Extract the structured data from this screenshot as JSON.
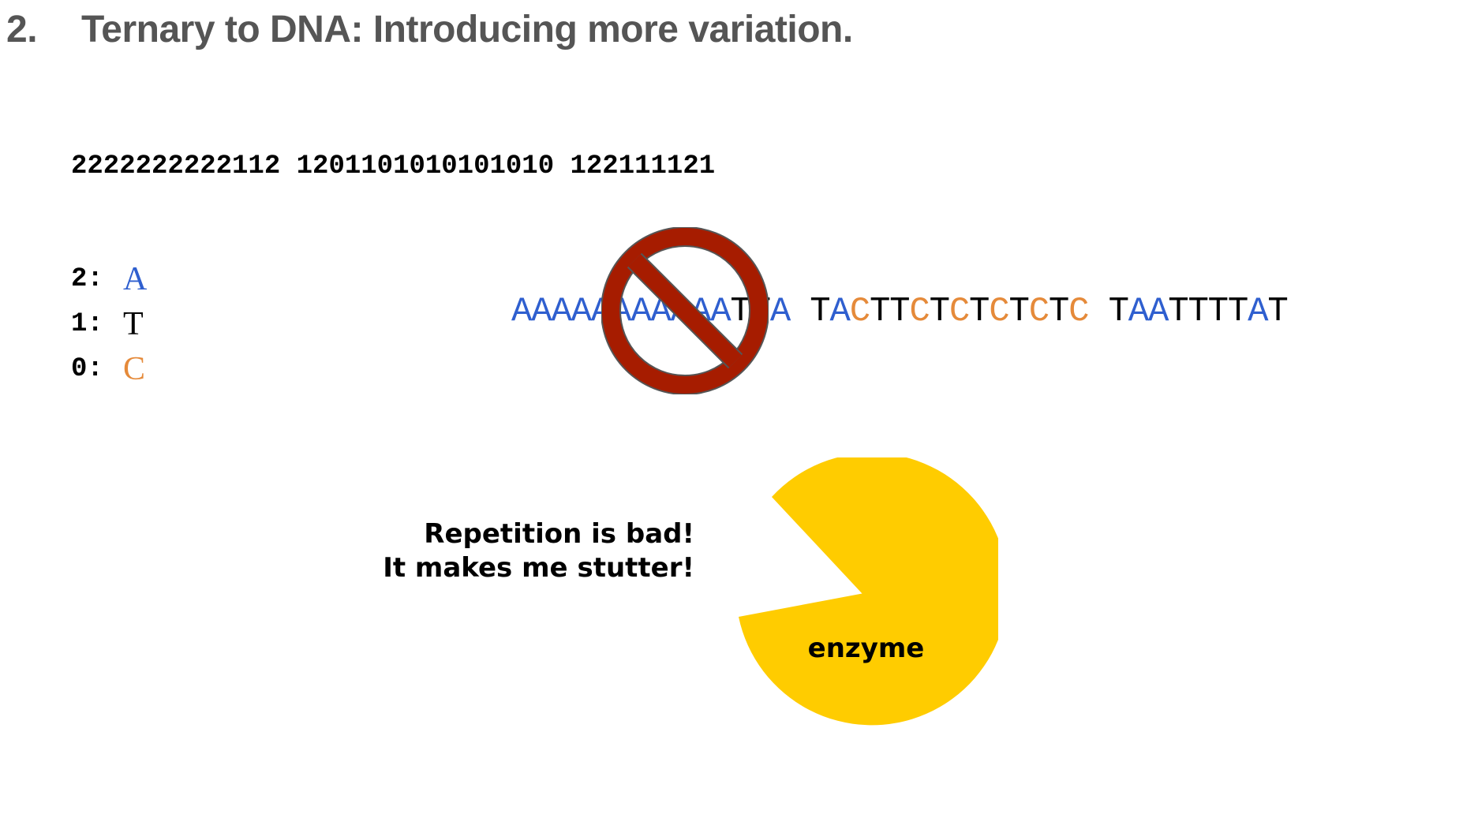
{
  "slide": {
    "number": "2.",
    "title": "Ternary to DNA: Introducing more variation."
  },
  "ternary_code": "2222222222112 1201101010101010 122111121",
  "legend": [
    {
      "digit": "2:",
      "base": "A",
      "color": "#2f5fcf"
    },
    {
      "digit": "1:",
      "base": "T",
      "color": "#000000"
    },
    {
      "digit": "0:",
      "base": "C",
      "color": "#e58a3a"
    }
  ],
  "dna_sequence": "AAAAAAAAAAATTA TACTTCTCTCTCTC TAATTTTAT",
  "base_colors": {
    "A": "#2f5fcf",
    "T": "#000000",
    "C": "#e58a3a"
  },
  "no_sign": {
    "icon": "prohibition-icon",
    "color": "#a61c00",
    "outline": "#555555"
  },
  "speech": {
    "line1": "Repetition is bad!",
    "line2": "It makes me stutter!"
  },
  "enzyme": {
    "label": "enzyme",
    "icon": "pacman-icon",
    "color": "#ffcc00"
  }
}
